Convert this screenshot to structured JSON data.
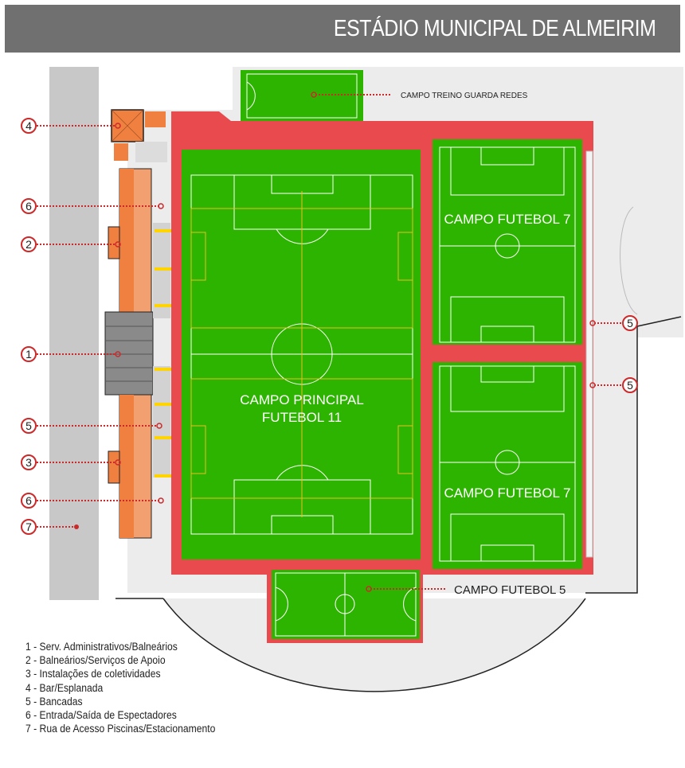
{
  "header": {
    "title": "ESTÁDIO MUNICIPAL DE ALMEIRIM"
  },
  "fields": {
    "training": "CAMPO TREINO GUARDA REDES",
    "main_line1": "CAMPO PRINCIPAL",
    "main_line2": "FUTEBOL 11",
    "f7_top": "CAMPO FUTEBOL 7",
    "f7_bottom": "CAMPO FUTEBOL 7",
    "f5": "CAMPO FUTEBOL 5"
  },
  "markers": [
    "4",
    "6",
    "2",
    "1",
    "5",
    "3",
    "6",
    "7",
    "5",
    "5"
  ],
  "legend": [
    "1 - Serv. Administrativos/Balneários",
    "2 - Balneários/Serviços de Apoio",
    "3 - Instalações de coletividades",
    "4 - Bar/Esplanada",
    "5 - Bancadas",
    "6 - Entrada/Saída de Espectadores",
    "7 - Rua de Acesso Piscinas/Estacionamento"
  ],
  "colors": {
    "header": "#707070",
    "grass": "#2db400",
    "track": "#e84a4e",
    "building": "#f08040",
    "marker": "#cc2a2a"
  }
}
